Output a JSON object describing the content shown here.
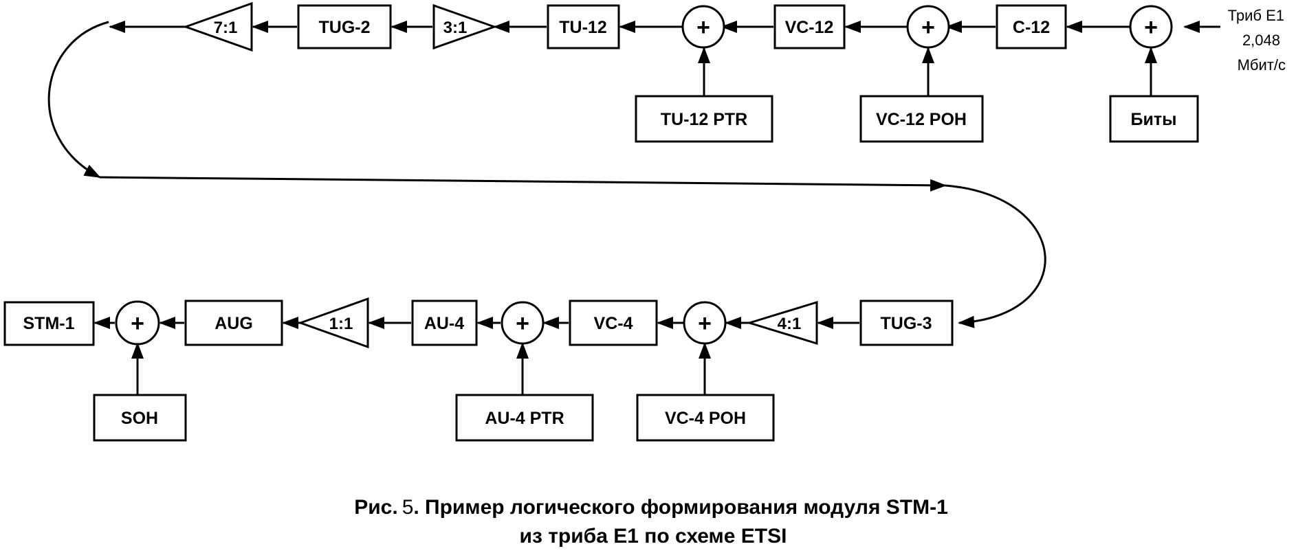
{
  "source": {
    "line1": "Триб E1",
    "line2": "2,048",
    "line3": "Мбит/с"
  },
  "top_row": {
    "tug2": "TUG-2",
    "mux7": "7:1",
    "mux3": "3:1",
    "tu12": "TU-12",
    "vc12": "VC-12",
    "c12": "C-12",
    "tu12_ptr": "TU-12 PTR",
    "vc12_poh": "VC-12 POH",
    "bits": "Биты"
  },
  "bottom_row": {
    "stm1": "STM-1",
    "aug": "AUG",
    "mux1": "1:1",
    "au4": "AU-4",
    "vc4": "VC-4",
    "mux4": "4:1",
    "tug3": "TUG-3",
    "soh": "SOH",
    "au4_ptr": "AU-4 PTR",
    "vc4_poh": "VC-4 POH"
  },
  "adder_symbol": "+",
  "caption": {
    "prefix": "Рис.",
    "number": "5",
    "line1_rest": ". Пример логического формирования модуля STM-1",
    "line2": "из триба E1 по схеме ETSI"
  }
}
